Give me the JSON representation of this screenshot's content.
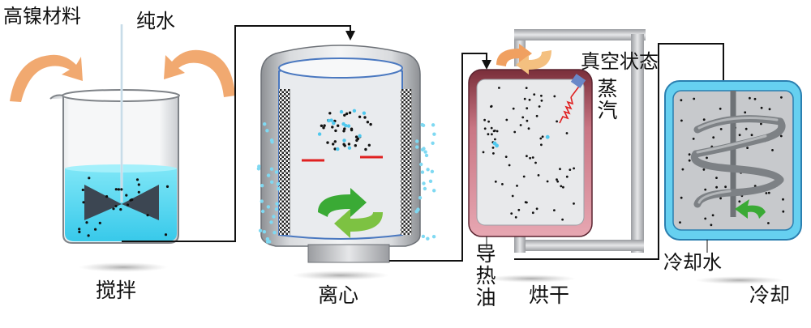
{
  "labels": {
    "nickel_material": "高镍材料",
    "pure_water": "纯水",
    "vacuum_state": "真空状态",
    "steam": "蒸汽",
    "heat_oil": "导热油",
    "cooling_water": "冷却水"
  },
  "steps": {
    "stir": "搅拌",
    "centrifuge": "离心",
    "dry": "烘干",
    "cool": "冷却"
  },
  "colors": {
    "water": "#5fd8f0",
    "green_arrow": "#3aaa35",
    "orange_arrow": "#f0a060",
    "oil_jacket": "#d98a98",
    "cooling_jacket": "#66d0f0",
    "steam_line": "#e02020",
    "particle": "#111111",
    "pipe": "#111111"
  },
  "icons": [
    "rotation-arrows-icon",
    "curved-arrow-icon",
    "impeller-icon",
    "heating-coil-icon",
    "spiral-coil-icon"
  ]
}
